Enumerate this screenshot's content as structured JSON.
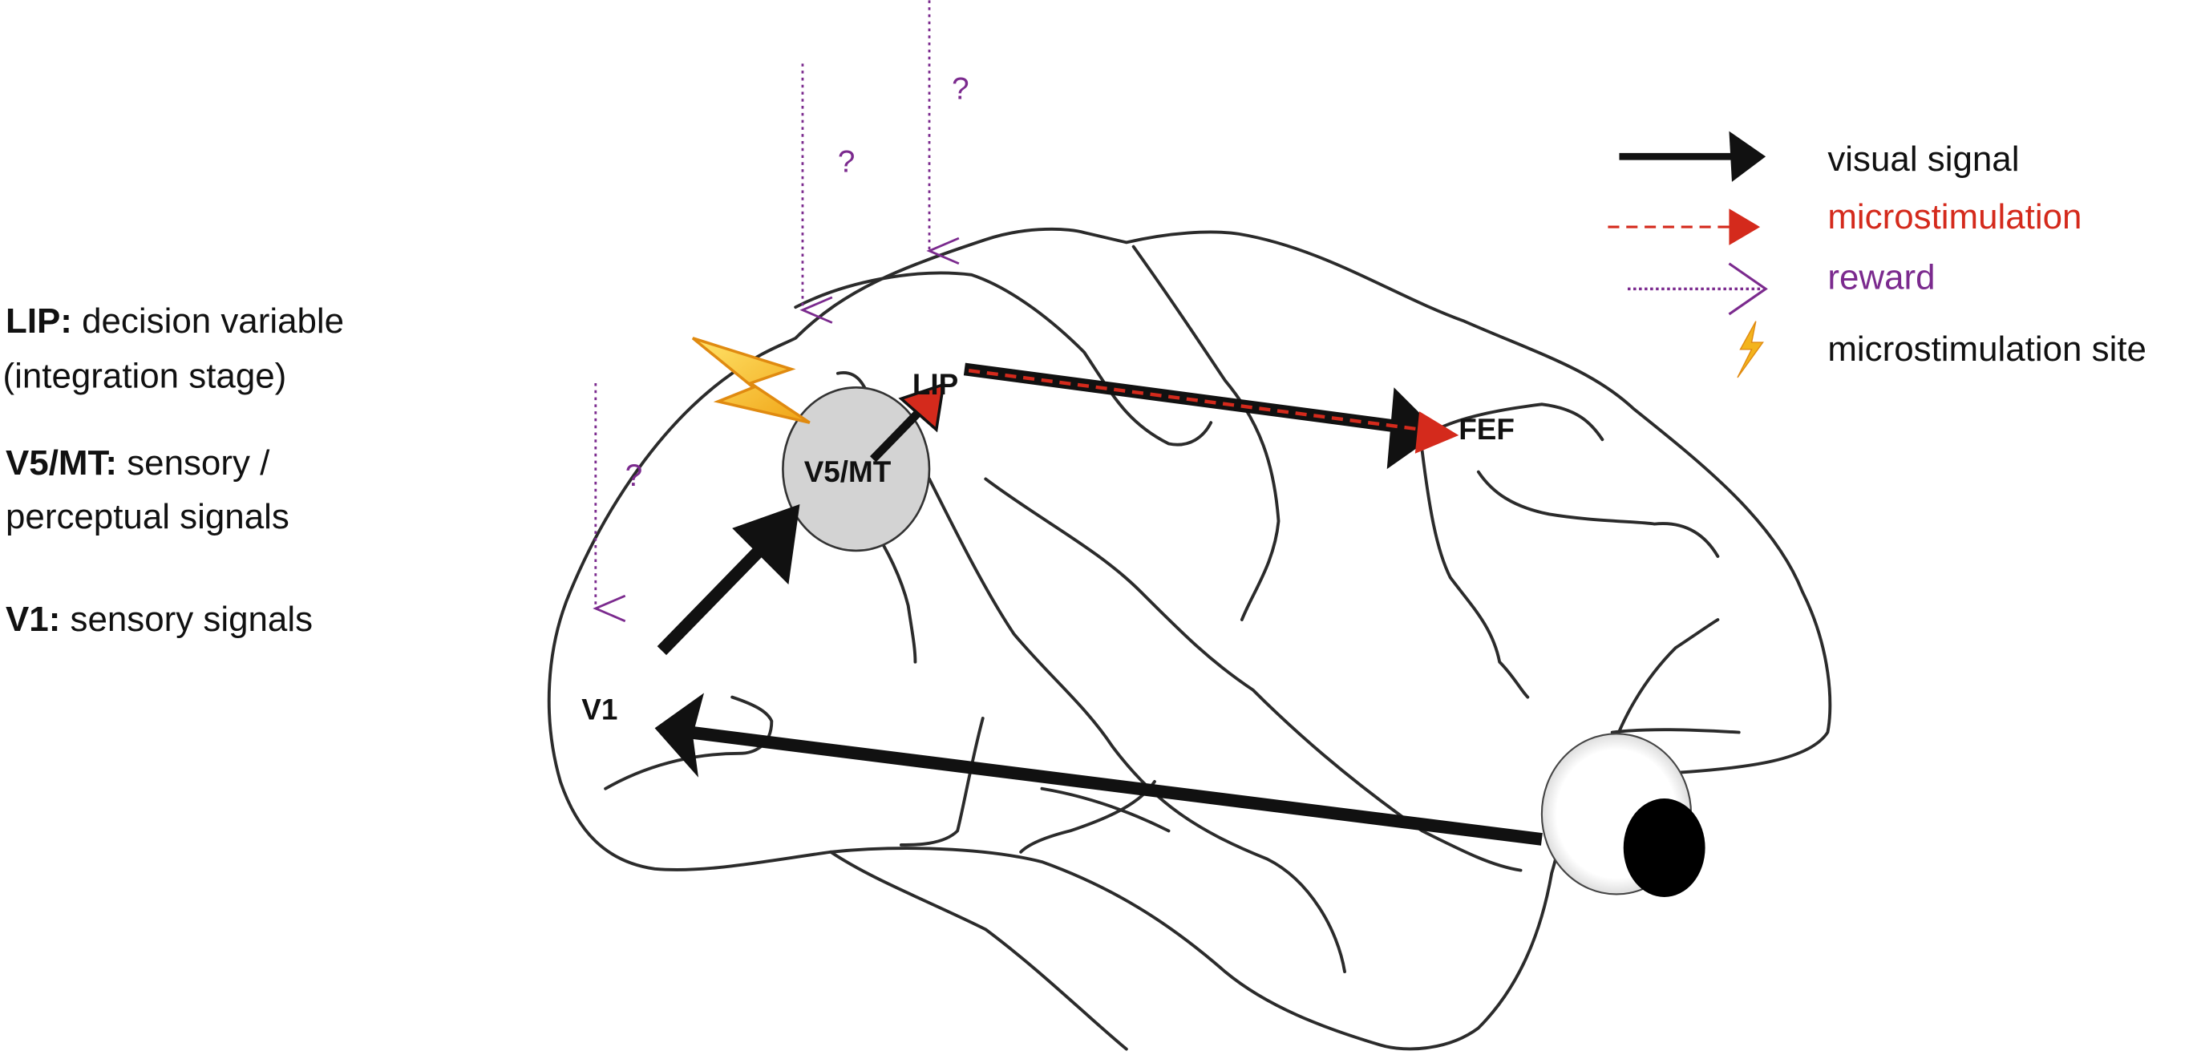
{
  "descriptions": [
    {
      "area": "LIP:",
      "text": " decision variable",
      "line2": "(integration stage)"
    },
    {
      "area": "V5/MT:",
      "text": " sensory /",
      "line2": "perceptual signals"
    },
    {
      "area": "V1:",
      "text": " sensory signals"
    }
  ],
  "regions": {
    "lip": "LIP",
    "v5mt": "V5/MT",
    "fef": "FEF",
    "v1": "V1"
  },
  "question_marks": [
    "?",
    "?",
    "?"
  ],
  "legend": [
    {
      "label": "visual signal",
      "color": "#111111",
      "icon": "black-thick-arrow-icon"
    },
    {
      "label": "microstimulation",
      "color": "#d42a1c",
      "icon": "red-dashed-arrow-icon"
    },
    {
      "label": "reward",
      "color": "#7b2a8e",
      "icon": "purple-dotted-arrow-icon"
    },
    {
      "label": "microstimulation site",
      "color": "#111111",
      "icon": "lightning-icon"
    }
  ],
  "colors": {
    "visual": "#111111",
    "microstim": "#d42a1c",
    "reward": "#7b2a8e",
    "lightning": "#f3b41c",
    "v5mt_fill": "#d3d3d3"
  }
}
